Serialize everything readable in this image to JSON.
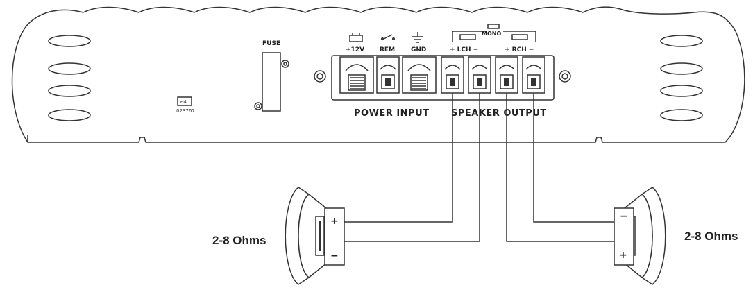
{
  "fuse_label": "FUSE",
  "cert_mark": "e4",
  "cert_number": "023767",
  "terminals": {
    "plus12v": "+12V",
    "rem": "REM",
    "gnd": "GND",
    "mono": "MONO",
    "lch": "+ LCH −",
    "rch": "+ RCH −"
  },
  "power_input_label": "POWER INPUT",
  "speaker_output_label": "SPEAKER OUTPUT",
  "left_speaker": {
    "impedance": "2-8 Ohms",
    "top_polarity": "+",
    "bottom_polarity": "−"
  },
  "right_speaker": {
    "impedance": "2-8 Ohms",
    "top_polarity": "−",
    "bottom_polarity": "+"
  }
}
